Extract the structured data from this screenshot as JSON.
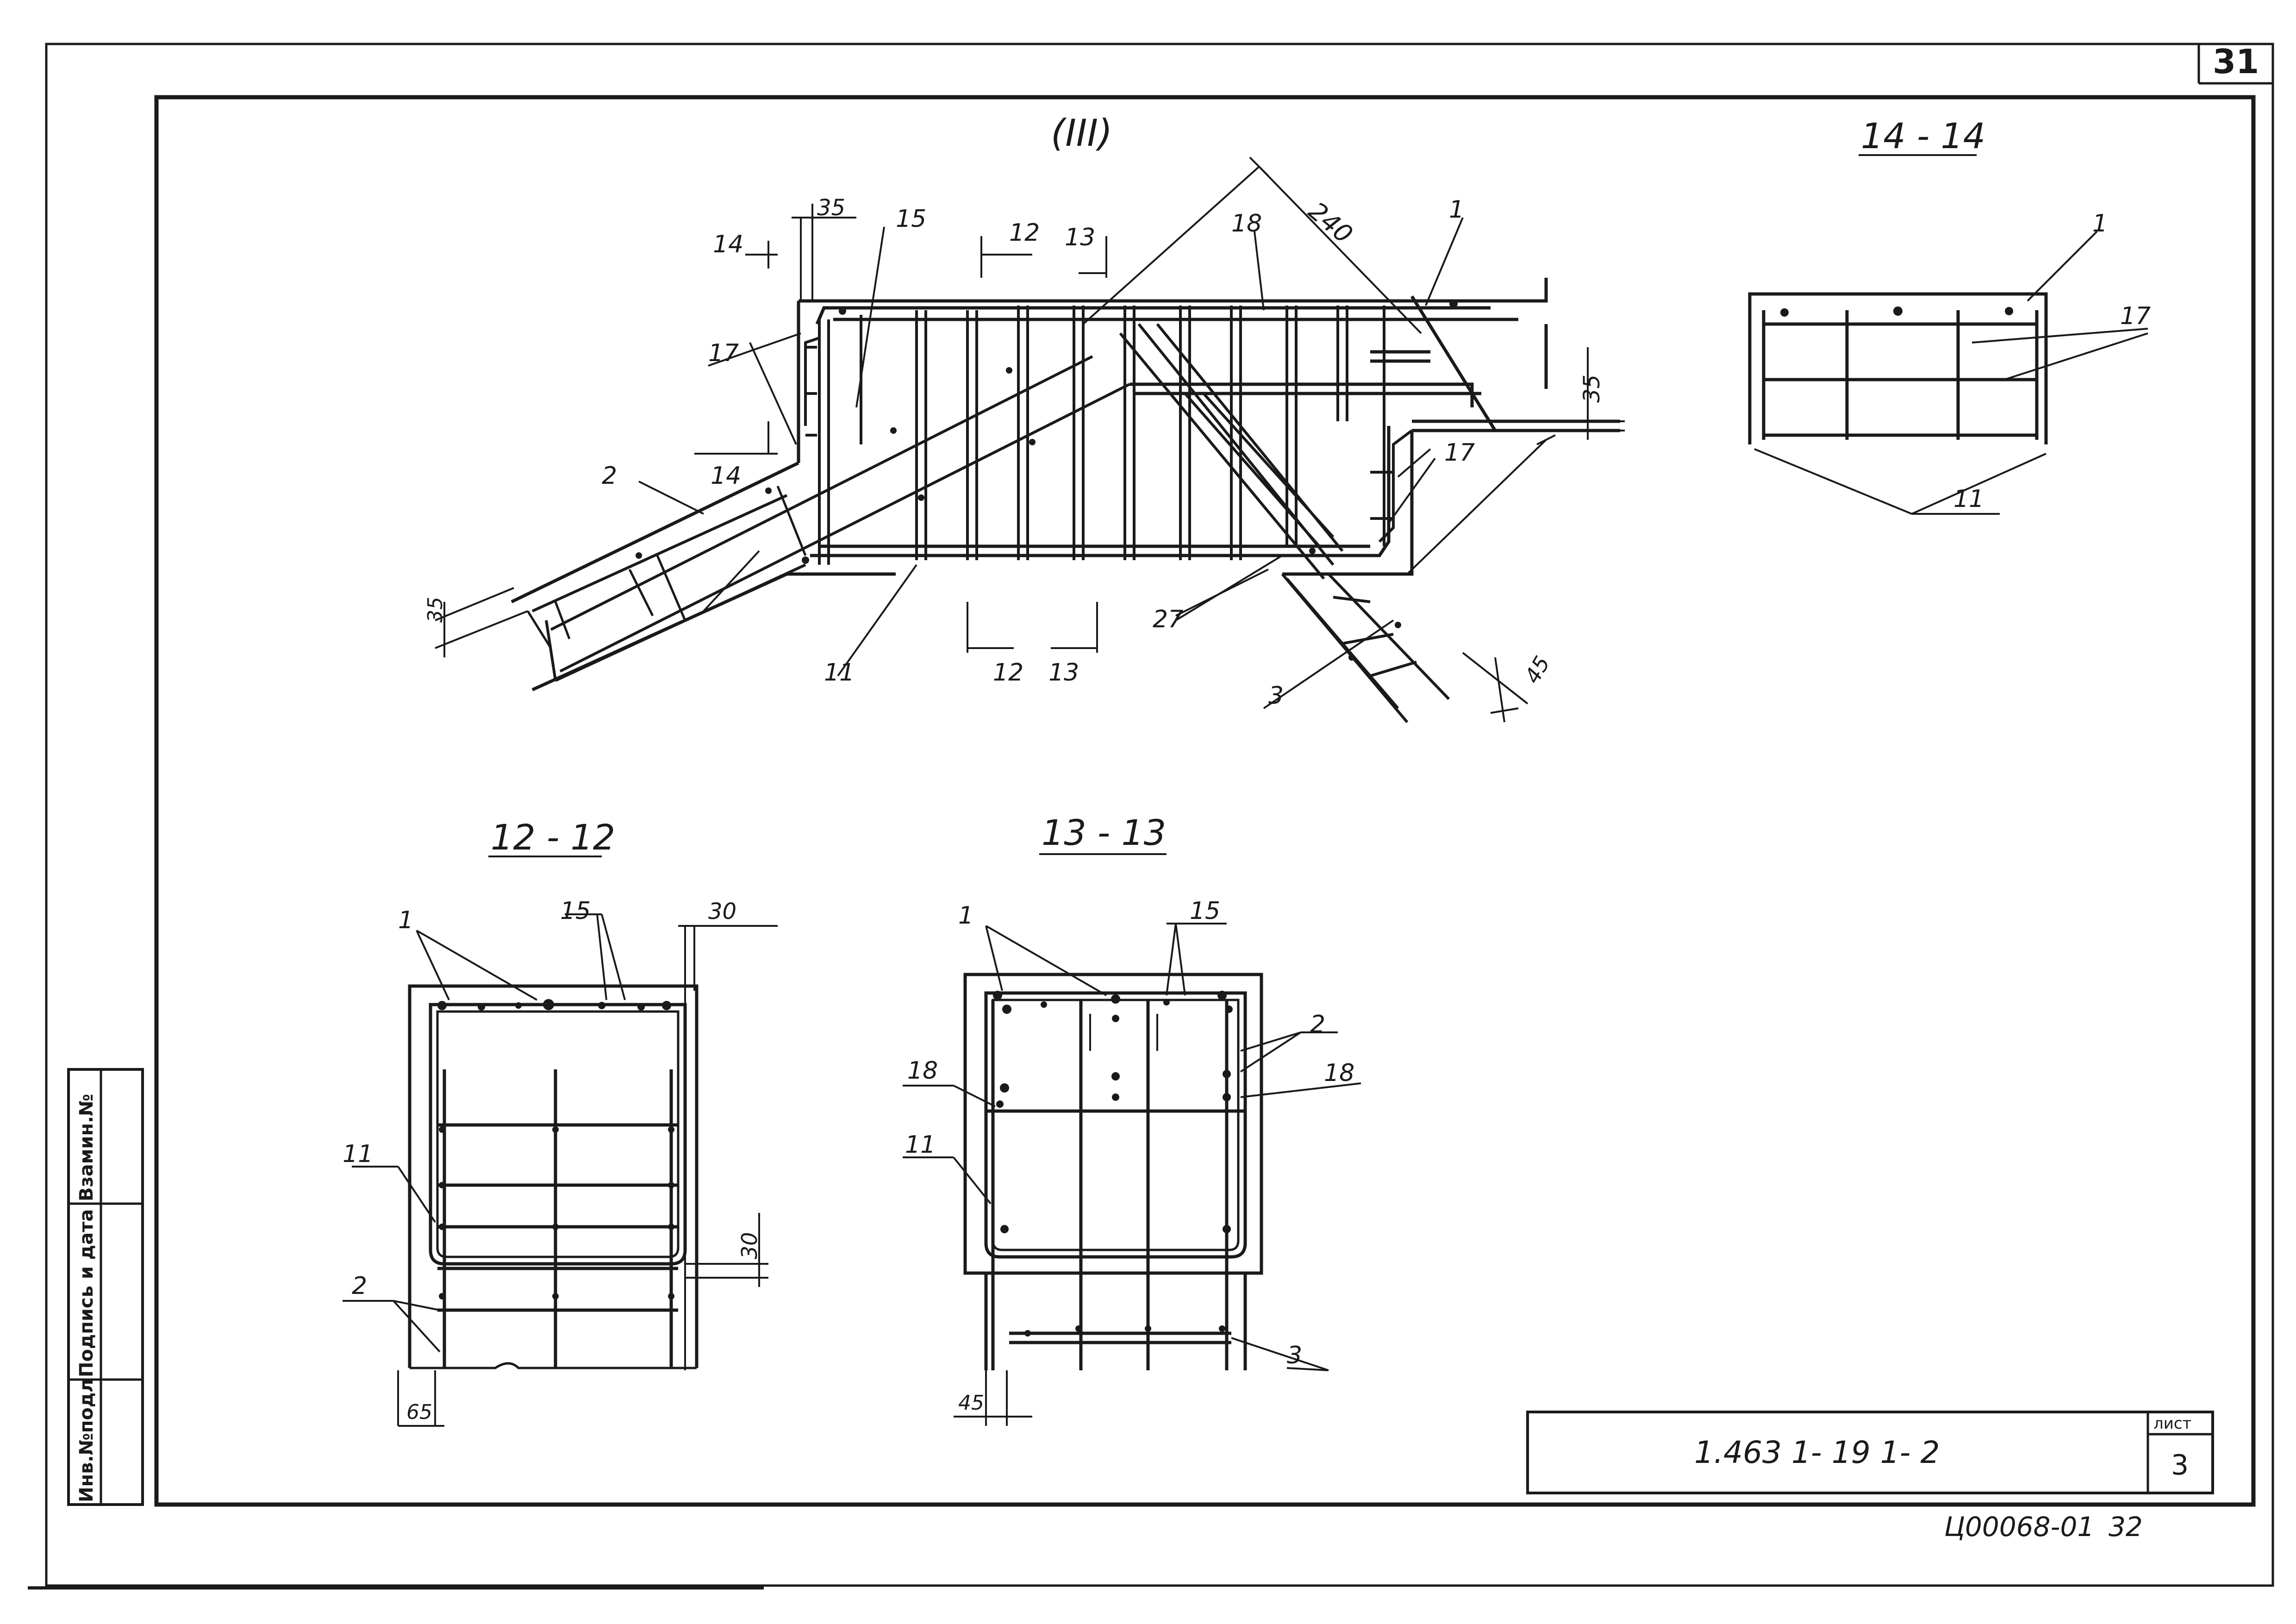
{
  "sheet": {
    "corner_page": "31",
    "bottom_code": "Ц00068-01",
    "bottom_page": "32"
  },
  "stamp": {
    "inv_no": "Инв.№подл",
    "sign_date": "Подпись и дата",
    "vzam_inv": "Взамин.№"
  },
  "title_block": {
    "designation": "1.463 1- 19 1- 2",
    "sheet_label": "лист",
    "sheet_number": "3"
  },
  "node_view": {
    "title": "(III)",
    "labels": {
      "angle": "240",
      "d35_top": "35",
      "d35_right": "35",
      "d35_left": "35",
      "d45": "45",
      "l1": "1",
      "l2": "2",
      "l3": "3",
      "l11": "11",
      "l15": "15",
      "l17a": "17",
      "l17b": "17",
      "l18": "18",
      "l27": "27",
      "cut14_top": "14",
      "cut14_bot": "14",
      "cut12_top": "12",
      "cut13_top": "13",
      "cut12_bot": "12",
      "cut13_bot": "13"
    }
  },
  "section_14": {
    "title": "14 - 14",
    "labels": {
      "l1": "1",
      "l17": "17",
      "l11": "11"
    }
  },
  "section_12": {
    "title": "12 - 12",
    "labels": {
      "l1": "1",
      "l15": "15",
      "l11": "11",
      "l2": "2",
      "d30a": "30",
      "d30b": "30",
      "d65": "65"
    }
  },
  "section_13": {
    "title": "13 - 13",
    "labels": {
      "l1": "1",
      "l15": "15",
      "l2": "2",
      "l18a": "18",
      "l18b": "18",
      "l11": "11",
      "l3": "3",
      "d45": "45"
    }
  }
}
